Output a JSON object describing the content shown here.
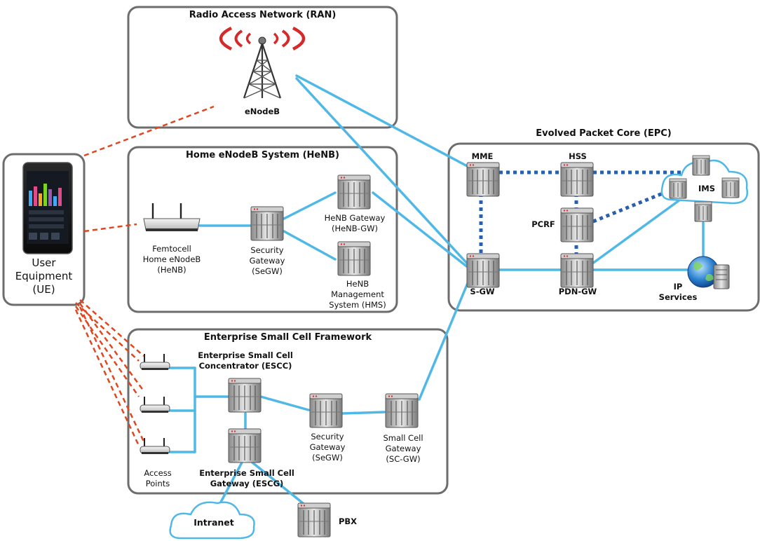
{
  "colors": {
    "box_border": "#6d6d6d",
    "link": "#4fb8e6",
    "wireless": "#e0471f",
    "core_dotted": "#2a5fb0",
    "signal": "#d42a2a"
  },
  "sections": {
    "ran": "Radio Access Network (RAN)",
    "henb": "Home eNodeB System (HeNB)",
    "epc": "Evolved Packet Core (EPC)",
    "enterprise": "Enterprise Small Cell Framework"
  },
  "ran": {
    "enodeb": "eNodeB"
  },
  "ue": {
    "line1": "User",
    "line2": "Equipment",
    "line3": "(UE)"
  },
  "henb": {
    "femto1": "Femtocell",
    "femto2": "Home eNodeB",
    "femto3": "(HeNB)",
    "segw1": "Security",
    "segw2": "Gateway",
    "segw3": "(SeGW)",
    "gw1": "HeNB Gateway",
    "gw2": "(HeNB-GW)",
    "hms1": "HeNB",
    "hms2": "Management",
    "hms3": "System (HMS)"
  },
  "epc": {
    "mme": "MME",
    "hss": "HSS",
    "pcrf": "PCRF",
    "ims": "IMS",
    "sgw": "S-GW",
    "pdngw": "PDN-GW",
    "ip1": "IP",
    "ip2": "Services"
  },
  "enterprise": {
    "escc1": "Enterprise Small Cell",
    "escc2": "Concentrator (ESCC)",
    "ap1": "Access",
    "ap2": "Points",
    "escg1": "Enterprise Small Cell",
    "escg2": "Gateway (ESCG)",
    "segw1": "Security",
    "segw2": "Gateway",
    "segw3": "(SeGW)",
    "scgw1": "Small Cell",
    "scgw2": "Gateway",
    "scgw3": "(SC-GW)",
    "intranet": "Intranet",
    "pbx": "PBX"
  },
  "icons": [
    "cell-tower-icon",
    "smartphone-icon",
    "router-icon",
    "server-icon",
    "cloud-icon",
    "globe-icon"
  ]
}
